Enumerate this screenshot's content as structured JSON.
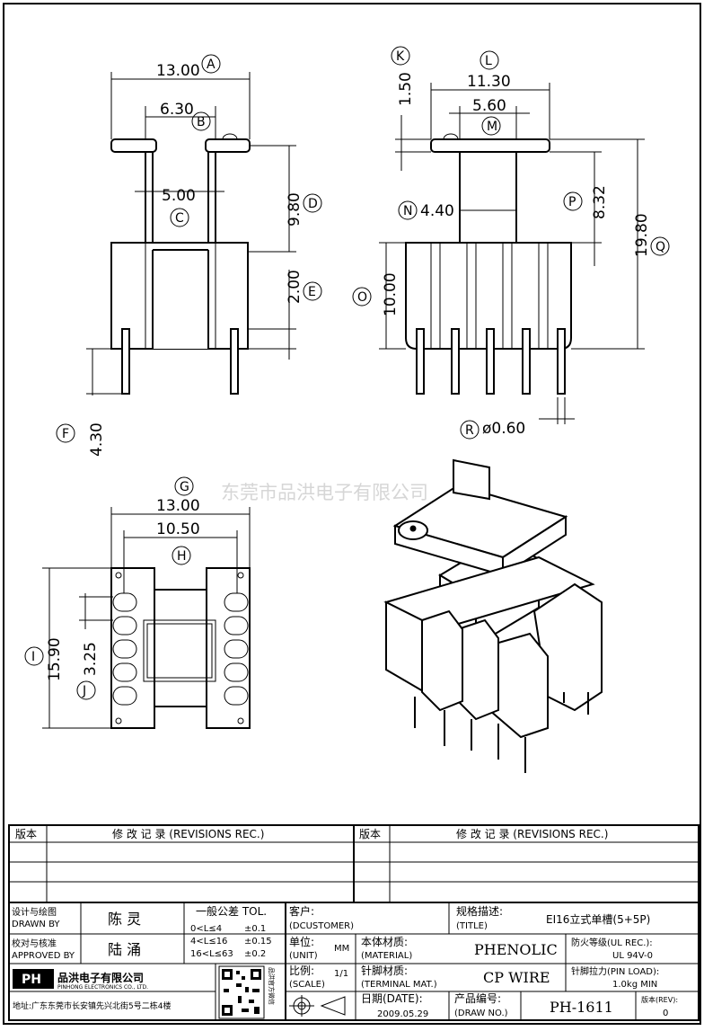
{
  "watermark": "东莞市品洪电子有限公司",
  "front_view": {
    "dims": {
      "A": "13.00",
      "B": "6.30",
      "C": "5.00",
      "D": "9.80",
      "E": "2.00",
      "F": "4.30"
    }
  },
  "side_view": {
    "dims": {
      "K": "1.50",
      "L": "11.30",
      "M": "5.60",
      "N": "4.40",
      "O": "10.00",
      "P": "8.32",
      "Q": "19.80",
      "R": "ø0.60"
    }
  },
  "bottom_view": {
    "dims": {
      "G": "13.00",
      "H": "10.50",
      "I": "15.90",
      "J": "3.25"
    }
  },
  "title_block": {
    "rev_label": "版本",
    "rev_rec_label": "修 改 记 录 (REVISIONS REC.)",
    "designer_label_cn": "设计与绘图",
    "designer_label_en": "DRAWN BY",
    "designer_name": "陈 灵",
    "approver_label_cn": "校对与核准",
    "approver_label_en": "APPROVED BY",
    "approver_name": "陆 涌",
    "tol_title": "一般公差 TOL.",
    "tol_rows": [
      {
        "range": "0<L≤4",
        "value": "±0.1"
      },
      {
        "range": "4<L≤16",
        "value": "±0.15"
      },
      {
        "range": "16<L≤63",
        "value": "±0.2"
      }
    ],
    "customer_label_cn": "客户:",
    "customer_label_en": "(DCUSTOMER)",
    "title_label_cn": "规格描述:",
    "title_label_en": "(TITLE)",
    "title_value": "EI16立式单槽(5+5P)",
    "unit_label_cn": "单位:",
    "unit_label_en": "(UNIT)",
    "unit_value": "MM",
    "material_label_cn": "本体材质:",
    "material_label_en": "(MATERIAL)",
    "material_value": "PHENOLIC",
    "ul_label": "防火等级(UL REC.):",
    "ul_value": "UL 94V-0",
    "company_logo": "PH",
    "company_name_cn": "品洪电子有限公司",
    "company_name_en": "PINHONG ELECTRONICS CO., LTD.",
    "qr_caption": "品洪官方微信",
    "scale_label_cn": "比例:",
    "scale_label_en": "(SCALE)",
    "scale_value": "1/1",
    "terminal_label_cn": "针脚材质:",
    "terminal_label_en": "(TERMINAL MAT.)",
    "terminal_value": "CP WIRE",
    "pinload_label": "针脚拉力(PIN LOAD):",
    "pinload_value": "1.0kg MIN",
    "address": "地址:广东东莞市长安镇先兴北街5号二栋4楼",
    "date_label_cn": "日期(DATE):",
    "date_value": "2009.05.29",
    "drawno_label_cn": "产品编号:",
    "drawno_label_en": "(DRAW NO.)",
    "drawno_value": "PH-1611",
    "version_label_cn": "版本(REV):",
    "version_value": "0"
  }
}
